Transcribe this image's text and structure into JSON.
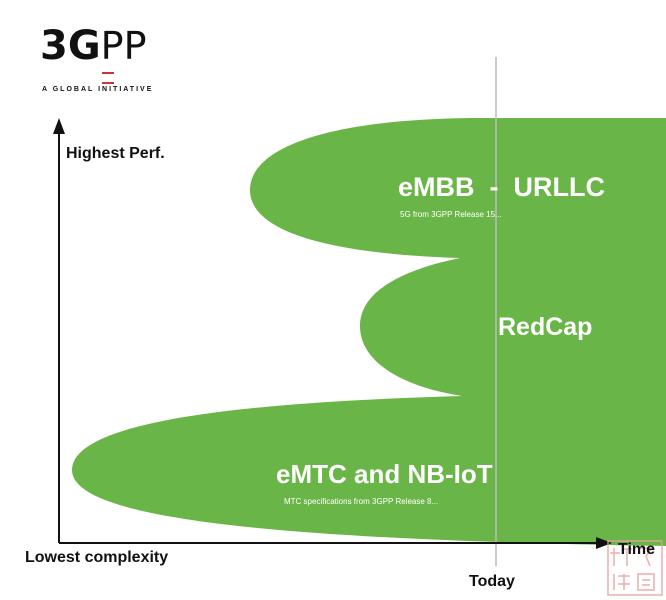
{
  "logo": {
    "text": "3GPP",
    "tagline": "A GLOBAL INITIATIVE"
  },
  "axes": {
    "y_top_label": "Highest Perf.",
    "x_origin_label": "Lowest complexity",
    "x_end_label": "Time",
    "today_label": "Today"
  },
  "regions": [
    {
      "title": "eMBB  -  URLLC",
      "subtitle": "5G from 3GPP Release 15..."
    },
    {
      "title": "RedCap",
      "subtitle": ""
    },
    {
      "title": "eMTC and NB-IoT",
      "subtitle": "MTC specifications from 3GPP Release 8..."
    }
  ],
  "watermark": {
    "text": "梓于國儲"
  },
  "colors": {
    "green": "#6ab547",
    "axis": "#111111",
    "today_line": "#bbbbbb"
  }
}
